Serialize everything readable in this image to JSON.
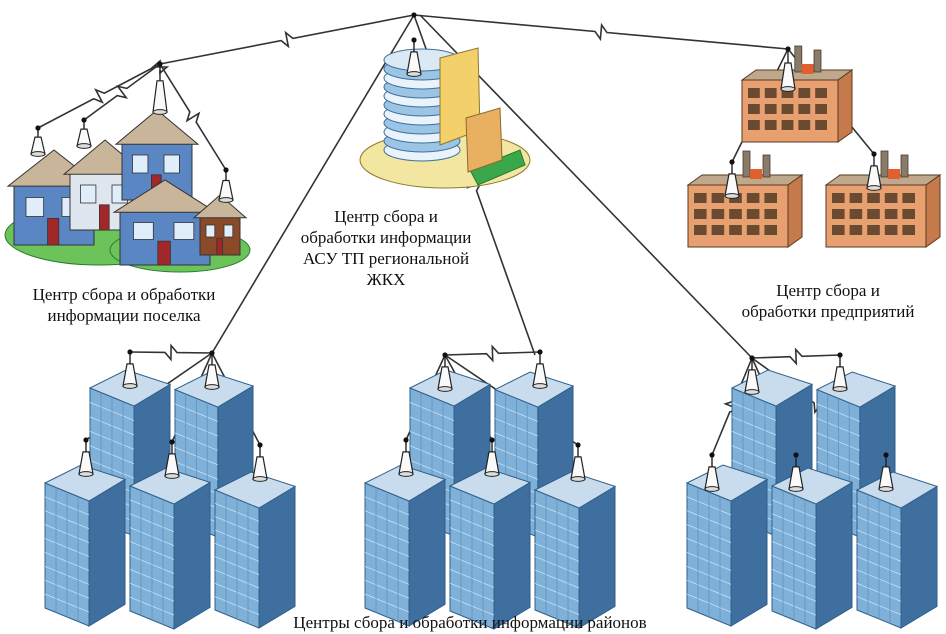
{
  "labels": {
    "regional_center": "Центр сбора и\nобработки информации\nАСУ ТП региональной\nЖКХ",
    "village_center": "Центр сбора и обработки\nинформации поселка",
    "enterprise_center": "Центр сбора и\nобработки предприятий",
    "district_centers": "Центры сбора и обработки информации районов"
  },
  "colors": {
    "link": "#333333",
    "glass": "#7fb0d8",
    "glass_dark": "#3e6f9e",
    "brick": "#e8a070",
    "roof": "#c9b59a",
    "grass": "#3aa84a"
  }
}
